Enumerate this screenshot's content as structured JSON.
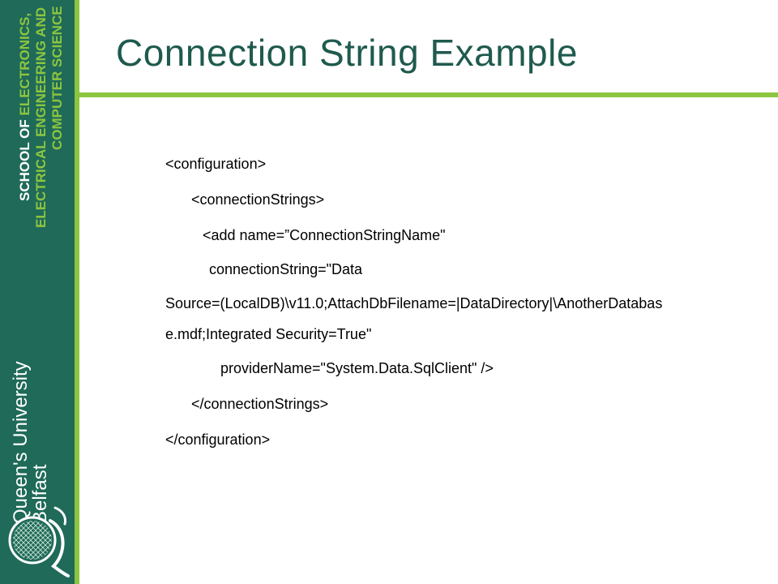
{
  "slide": {
    "title": "Connection String Example",
    "colors": {
      "sidebar": "#1f6a58",
      "accent": "#8cc540",
      "title": "#1f5a4e"
    }
  },
  "sidebar": {
    "school": {
      "line1_white": "SCHOOL OF ",
      "line1_green": "ELECTRONICS,",
      "line2_green": "ELECTRICAL ENGINEERING AND",
      "line3_green": "COMPUTER SCIENCE"
    },
    "university": {
      "name": "Queen's University",
      "city": "Belfast"
    },
    "crest_icon": "qub-crest-icon"
  },
  "code": [
    "<configuration>",
    "<connectionStrings>",
    "<add name=”ConnectionStringName\"",
    "connectionString=\"Data",
    "Source=(LocalDB)\\v11.0;AttachDbFilename=|DataDirectory|\\AnotherDatabas",
    "e.mdf;Integrated Security=True\"",
    "providerName=\"System.Data.SqlClient\" />",
    "</connectionStrings>",
    "</configuration>"
  ]
}
